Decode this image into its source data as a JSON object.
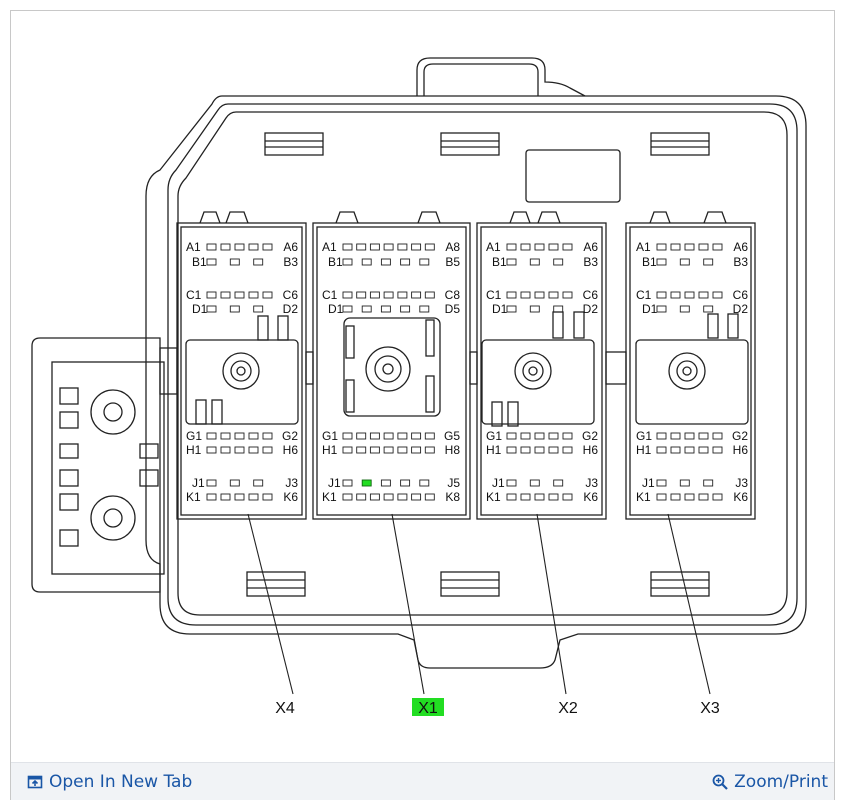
{
  "connectors": {
    "x4": {
      "rows": {
        "a_left": "A1",
        "a_right": "A6",
        "b_left": "B1",
        "b_right": "B3",
        "c_left": "C1",
        "c_right": "C6",
        "d_left": "D1",
        "d_right": "D2",
        "g_left": "G1",
        "g_right": "G2",
        "h_left": "H1",
        "h_right": "H6",
        "j_left": "J1",
        "j_right": "J3",
        "k_left": "K1",
        "k_right": "K6"
      }
    },
    "x1": {
      "rows": {
        "a_left": "A1",
        "a_right": "A8",
        "b_left": "B1",
        "b_right": "B5",
        "c_left": "C1",
        "c_right": "C8",
        "d_left": "D1",
        "d_right": "D5",
        "g_left": "G1",
        "g_right": "G5",
        "h_left": "H1",
        "h_right": "H8",
        "j_left": "J1",
        "j_right": "J5",
        "k_left": "K1",
        "k_right": "K8"
      }
    },
    "x2": {
      "rows": {
        "a_left": "A1",
        "a_right": "A6",
        "b_left": "B1",
        "b_right": "B3",
        "c_left": "C1",
        "c_right": "C6",
        "d_left": "D1",
        "d_right": "D2",
        "g_left": "G1",
        "g_right": "G2",
        "h_left": "H1",
        "h_right": "H6",
        "j_left": "J1",
        "j_right": "J3",
        "k_left": "K1",
        "k_right": "K6"
      }
    },
    "x3": {
      "rows": {
        "a_left": "A1",
        "a_right": "A6",
        "b_left": "B1",
        "b_right": "B3",
        "c_left": "C1",
        "c_right": "C6",
        "d_left": "D1",
        "d_right": "D2",
        "g_left": "G1",
        "g_right": "G2",
        "h_left": "H1",
        "h_right": "H6",
        "j_left": "J1",
        "j_right": "J3",
        "k_left": "K1",
        "k_right": "K6"
      }
    }
  },
  "callouts": {
    "x4": "X4",
    "x1": "X1",
    "x2": "X2",
    "x3": "X3"
  },
  "highlight_color": "#22dd22",
  "footer": {
    "open_new_tab": "Open In New Tab",
    "zoom_print": "Zoom/Print",
    "open_icon": "open-in-new-tab-icon",
    "zoom_icon": "magnifier-zoom-icon"
  }
}
